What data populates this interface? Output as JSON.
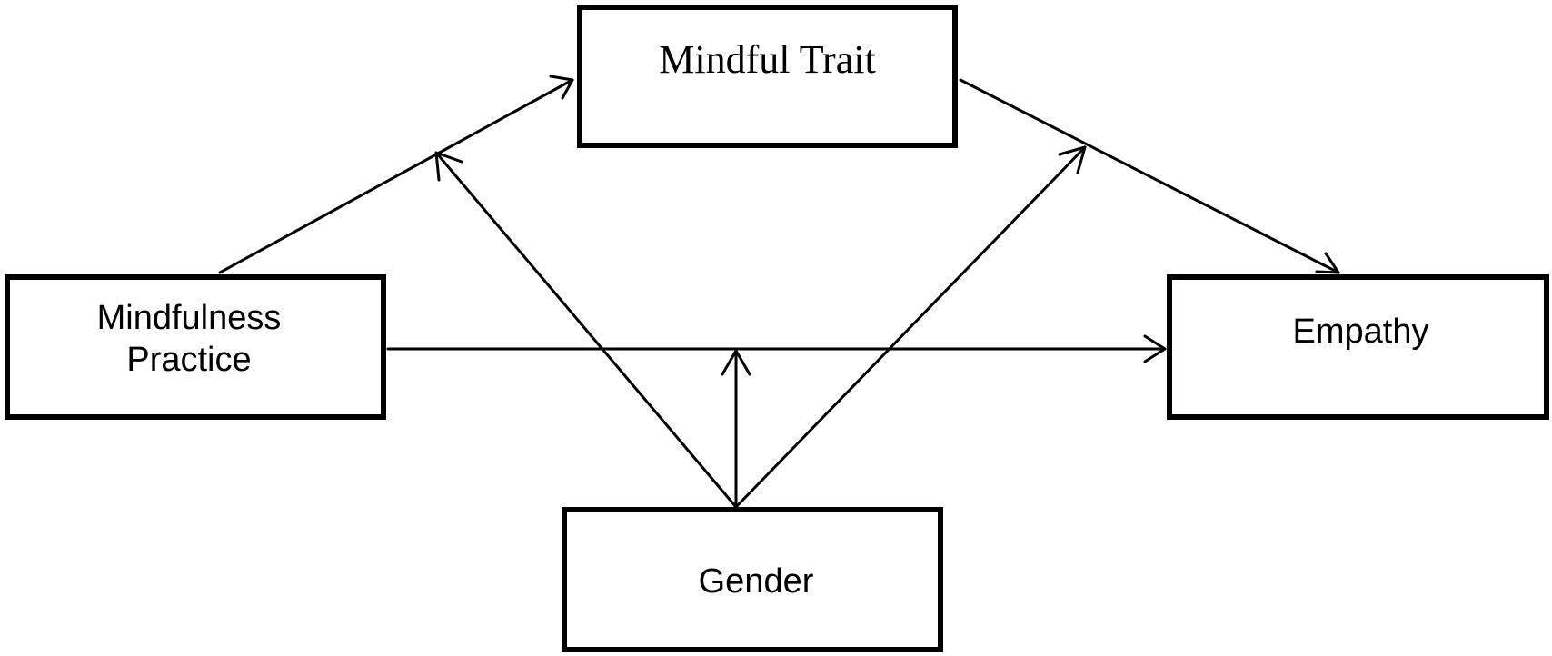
{
  "nodes": {
    "mindful_trait": {
      "label": "Mindful Trait"
    },
    "mindfulness_practice": {
      "label": "Mindfulness\nPractice"
    },
    "empathy": {
      "label": "Empathy"
    },
    "gender": {
      "label": "Gender"
    }
  },
  "edges": [
    {
      "from": "Mindfulness Practice",
      "to": "Mindful Trait"
    },
    {
      "from": "Mindful Trait",
      "to": "Empathy"
    },
    {
      "from": "Mindfulness Practice",
      "to": "Empathy"
    },
    {
      "from": "Gender",
      "to": "Mindfulness Practice → Mindful Trait path"
    },
    {
      "from": "Gender",
      "to": "Mindfulness Practice → Empathy path"
    },
    {
      "from": "Gender",
      "to": "Mindful Trait → Empathy path"
    }
  ],
  "colors": {
    "stroke": "#000000",
    "background": "#ffffff"
  }
}
